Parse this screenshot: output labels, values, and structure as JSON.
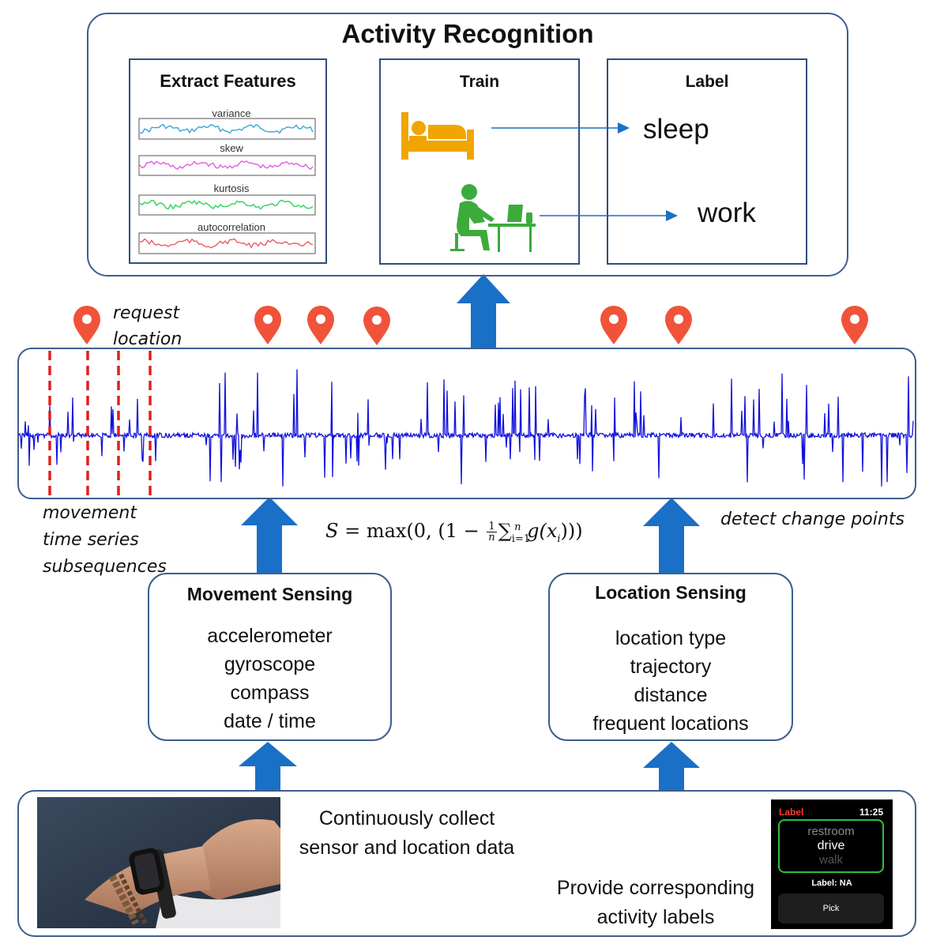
{
  "activity": {
    "title": "Activity Recognition",
    "features": {
      "title": "Extract Features",
      "charts": [
        {
          "label": "variance",
          "color": "#3aa6dc"
        },
        {
          "label": "skew",
          "color": "#e25ce2"
        },
        {
          "label": "kurtosis",
          "color": "#2fd15a"
        },
        {
          "label": "autocorrelation",
          "color": "#ee5a62"
        }
      ]
    },
    "train": {
      "title": "Train",
      "bed_icon": "bed-icon",
      "desk_icon": "person-at-desk-icon"
    },
    "label": {
      "title": "Label",
      "items": [
        "sleep",
        "work"
      ]
    }
  },
  "annotations": {
    "request_location": [
      "request",
      "location"
    ],
    "subsequences": [
      "movement",
      "time series",
      "subsequences"
    ],
    "change_points": "detect change points"
  },
  "formula": {
    "lhs": "S",
    "text": "= max(0, (1 −",
    "frac_num": "1",
    "frac_den": "n",
    "sum_sub": "i=1",
    "sum_sup": "n",
    "func": "g(x",
    "func_sub": "i",
    "tail": ")))"
  },
  "movement": {
    "title": "Movement Sensing",
    "items": [
      "accelerometer",
      "gyroscope",
      "compass",
      "date / time"
    ]
  },
  "location": {
    "title": "Location Sensing",
    "items": [
      "location type",
      "trajectory",
      "distance",
      "frequent locations"
    ]
  },
  "collect": {
    "text": [
      "Continuously collect",
      "sensor and location data"
    ],
    "labels_text": [
      "Provide corresponding",
      "activity labels"
    ]
  },
  "watch": {
    "label": "Label",
    "time": "11:25",
    "options": [
      "restroom",
      "drive",
      "walk"
    ],
    "status": "Label: NA",
    "button": "Pick"
  },
  "colors": {
    "arrow": "#1a6fc6",
    "signal": "#1010dd",
    "pin": "#f05339",
    "boundary": "#e0201c",
    "bed": "#f0a500",
    "desk": "#3cab3c",
    "box_border": "#3b5f8f"
  }
}
